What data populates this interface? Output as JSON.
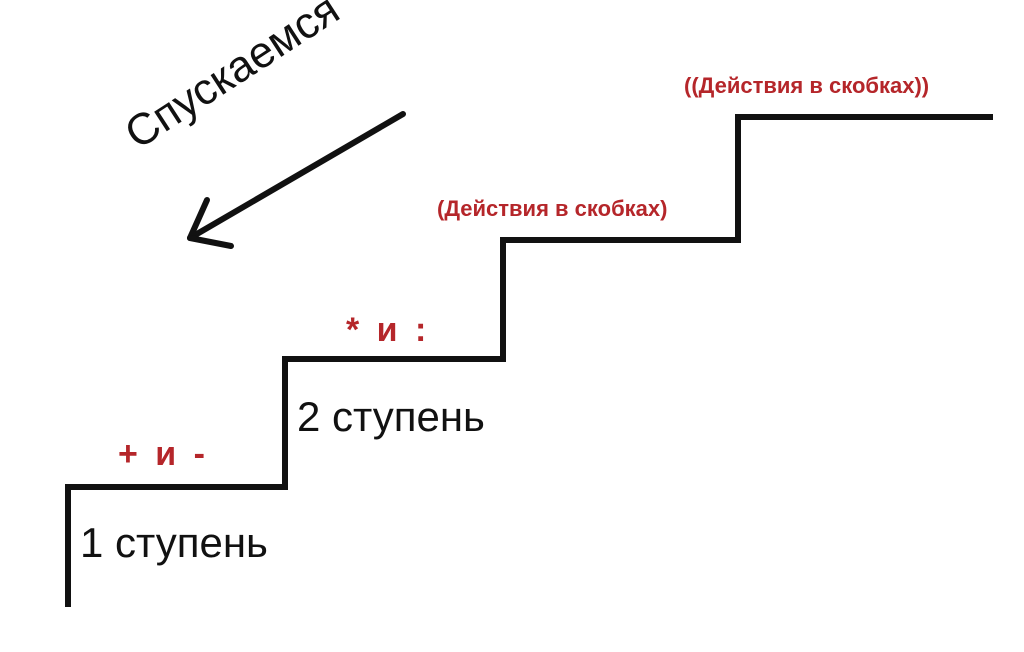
{
  "colors": {
    "line": "#111111",
    "text": "#111111",
    "accent": "#b5262a"
  },
  "direction": {
    "label": "Спускаемся",
    "icon": "arrow-down-left-icon"
  },
  "steps": [
    {
      "label": "1 ступень",
      "operators": "+ и -"
    },
    {
      "label": "2 ступень",
      "operators": "* и :"
    },
    {
      "operators": "(Действия в скобках)"
    },
    {
      "operators": "((Действия в скобках))"
    }
  ]
}
